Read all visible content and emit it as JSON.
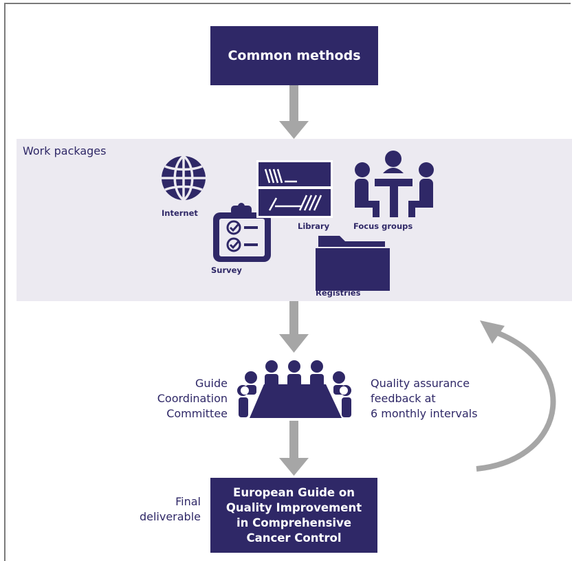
{
  "diagram": {
    "top_box": "Common methods",
    "band_title": "Work packages",
    "icons": {
      "internet": "Internet",
      "library": "Library",
      "focus_groups": "Focus groups",
      "survey": "Survey",
      "registries": "Registries"
    },
    "left_label": [
      "Guide",
      "Coordination",
      "Committee"
    ],
    "right_label": [
      "Quality assurance",
      "feedback at",
      "6 monthly intervals"
    ],
    "final_label": [
      "Final",
      "deliverable"
    ],
    "bottom_box": [
      "European Guide on",
      "Quality Improvement",
      "in Comprehensive",
      "Cancer Control"
    ]
  },
  "colors": {
    "primary": "#2f2867",
    "band": "#eceaf1",
    "arrow": "#a6a6a6"
  }
}
